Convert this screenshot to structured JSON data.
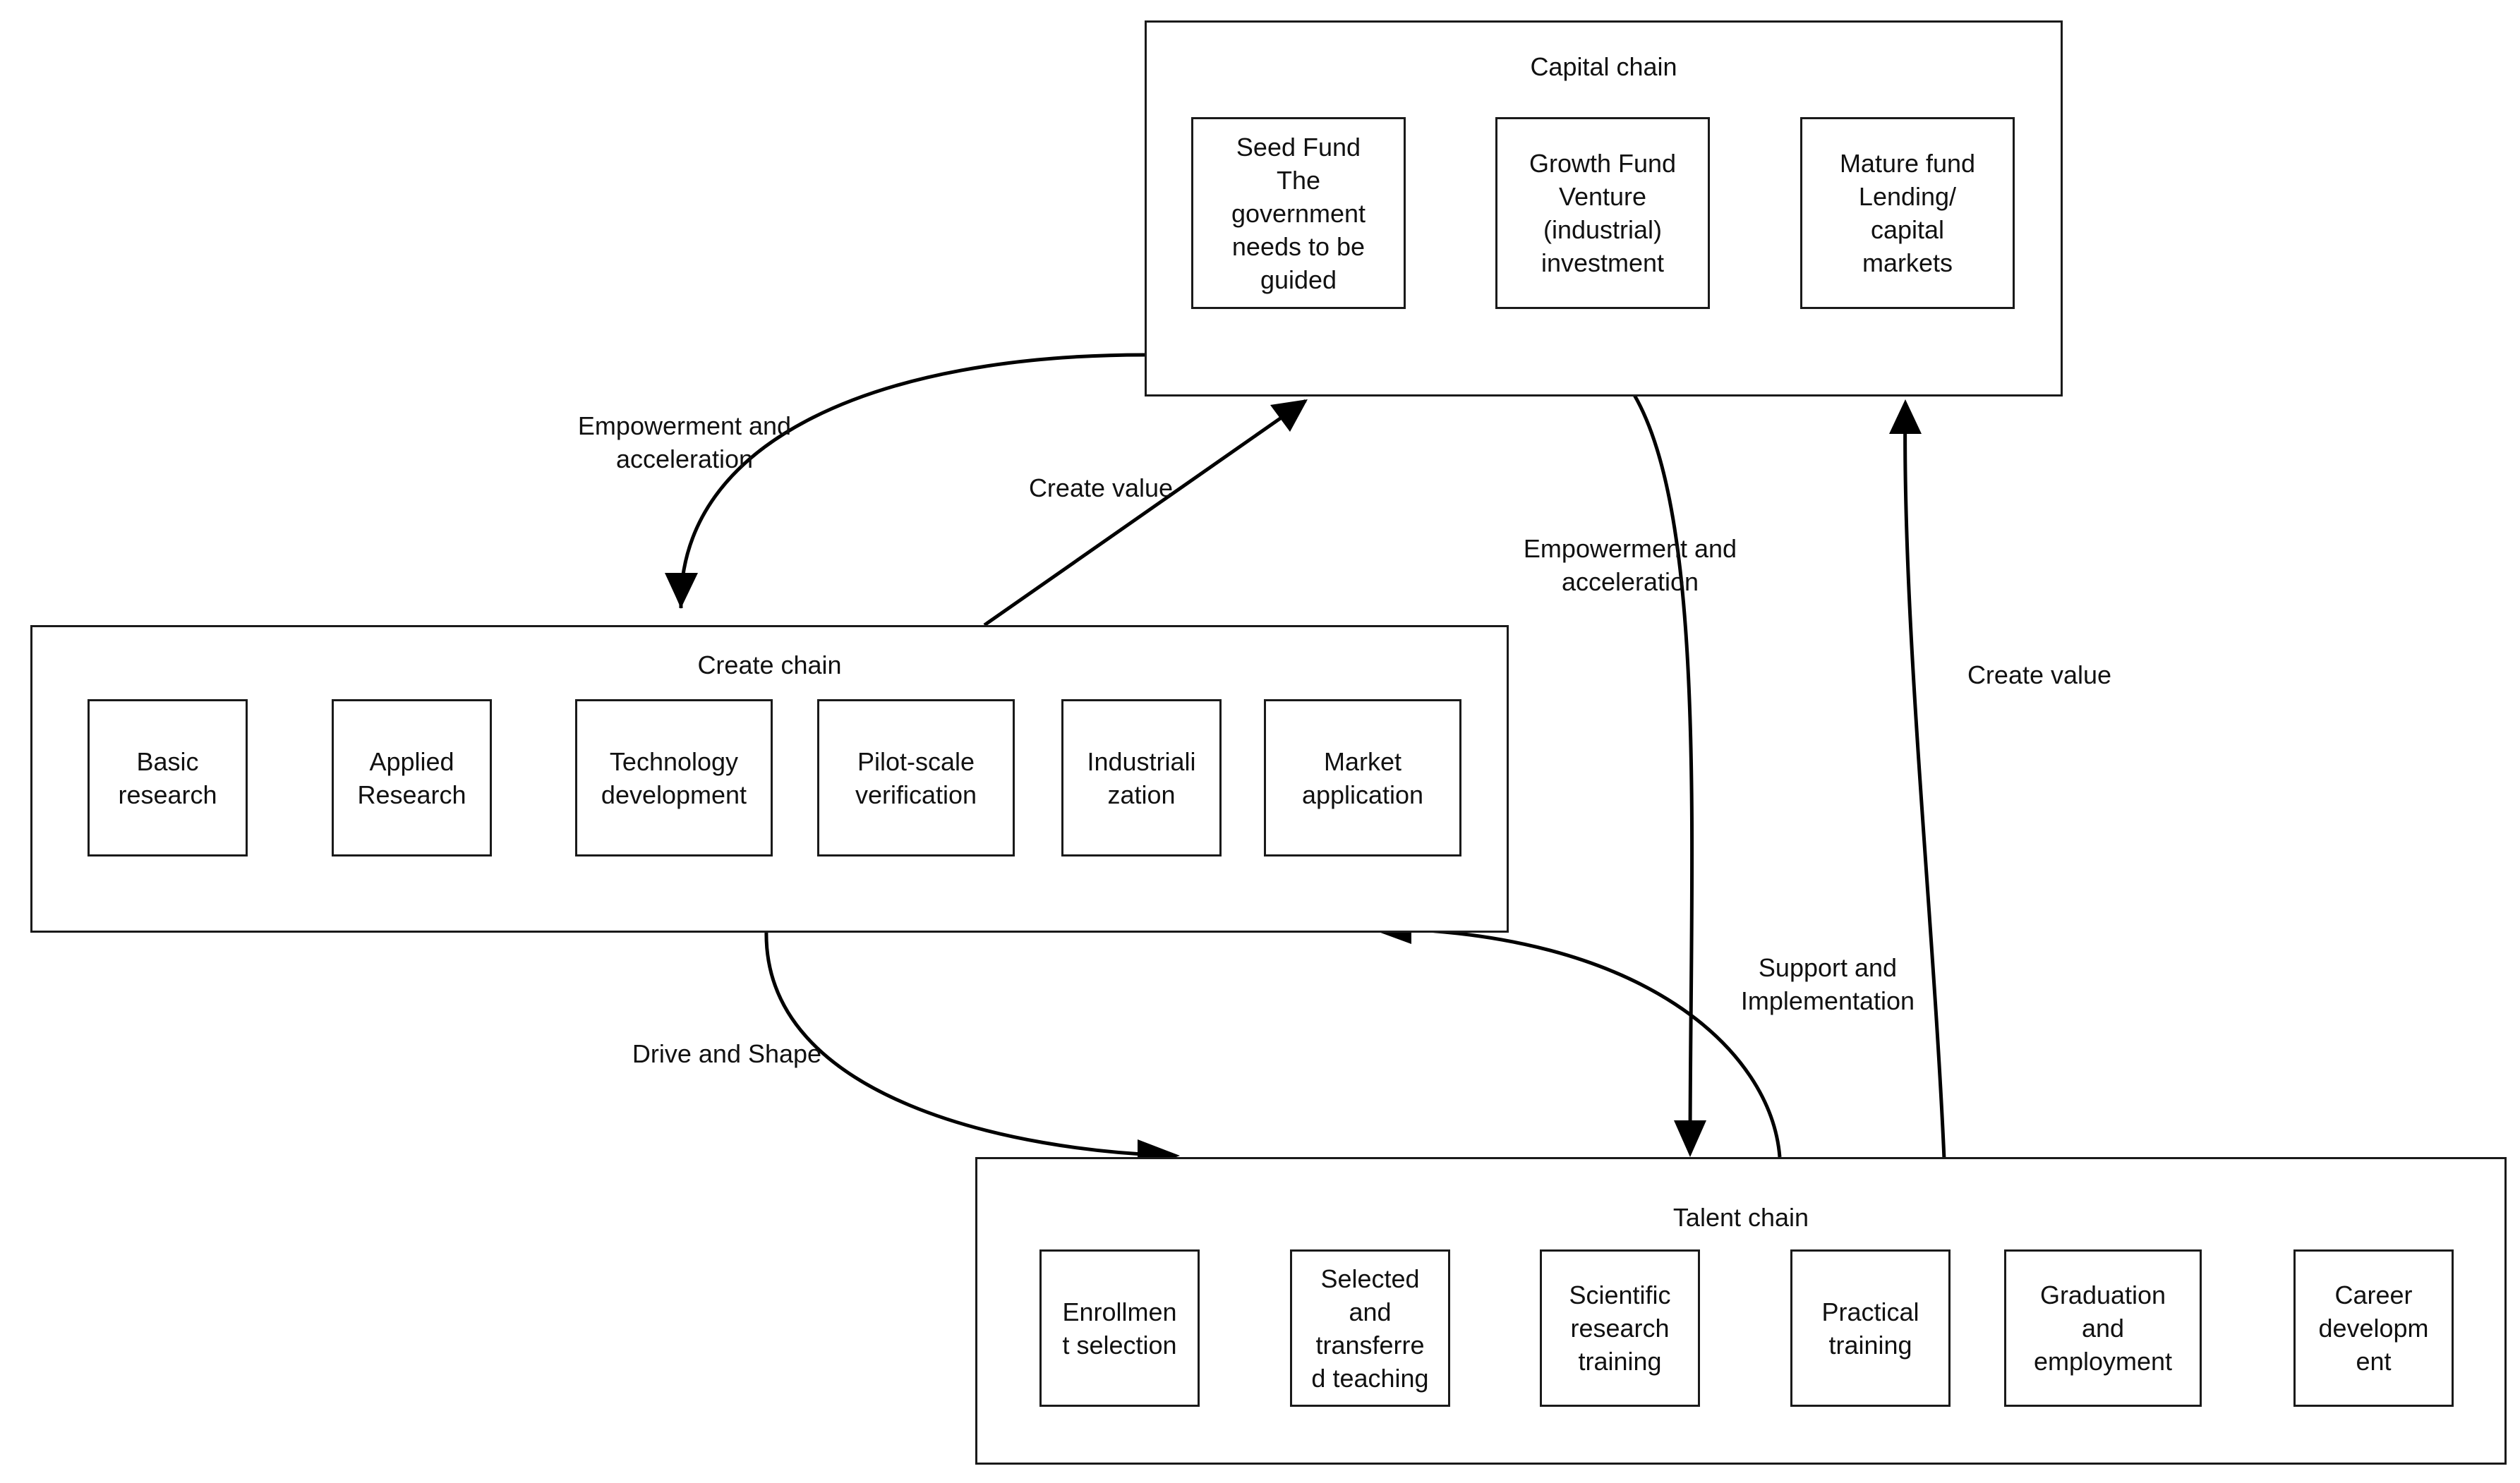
{
  "capital_chain": {
    "title": "Capital chain",
    "nodes": [
      "Seed Fund\nThe\ngovernment\nneeds to be\nguided",
      "Growth Fund\nVenture\n(industrial)\ninvestment",
      "Mature fund\nLending/\ncapital\nmarkets"
    ]
  },
  "create_chain": {
    "title": "Create chain",
    "nodes": [
      "Basic\nresearch",
      "Applied\nResearch",
      "Technology\ndevelopment",
      "Pilot-scale\nverification",
      "Industriali\nzation",
      "Market\napplication"
    ]
  },
  "talent_chain": {
    "title": "Talent chain",
    "nodes": [
      "Enrollmen\nt selection",
      "Selected\nand\ntransferre\nd teaching",
      "Scientific\nresearch\ntraining",
      "Practical\ntraining",
      "Graduation\nand\nemployment",
      "Career\ndevelopm\nent"
    ]
  },
  "edges": {
    "capital_to_create": "Empowerment and\nacceleration",
    "create_to_capital": "Create value",
    "capital_to_talent": "Empowerment and\nacceleration",
    "talent_to_capital": "Create value",
    "create_to_talent": "Drive and Shape",
    "talent_to_create": "Support and\nImplementation"
  }
}
